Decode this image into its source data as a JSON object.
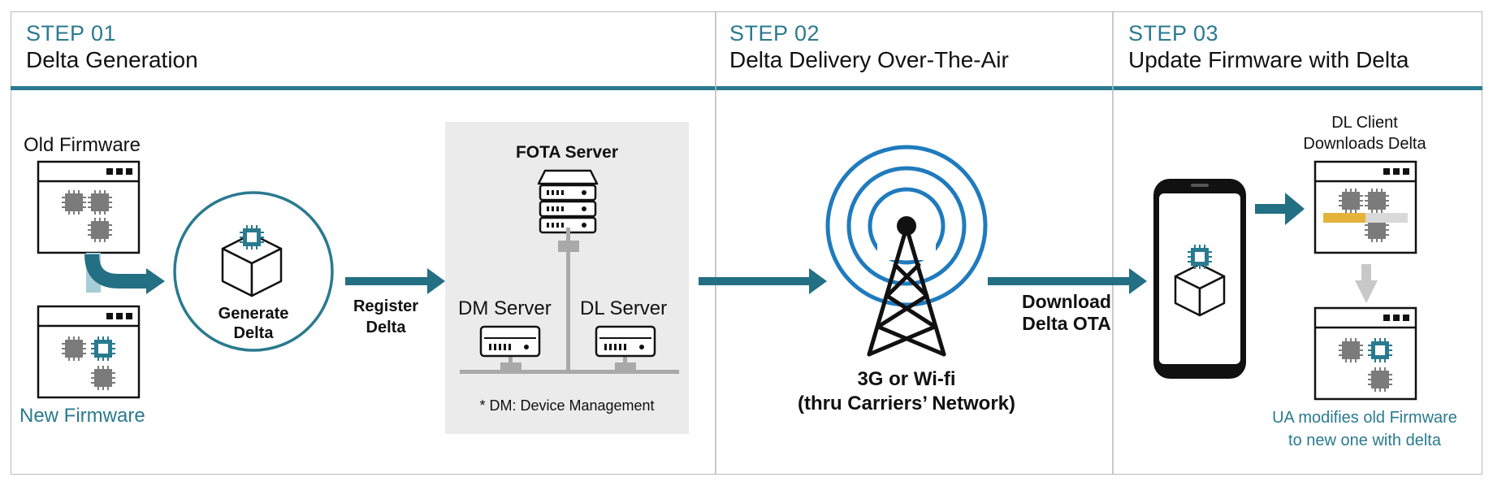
{
  "steps": [
    {
      "number": "STEP 01",
      "title": "Delta Generation"
    },
    {
      "number": "STEP 02",
      "title": "Delta Delivery Over-The-Air"
    },
    {
      "number": "STEP 03",
      "title": "Update Firmware with Delta"
    }
  ],
  "step1": {
    "old_firmware": "Old Firmware",
    "new_firmware": "New Firmware",
    "generate_line1": "Generate",
    "generate_line2": "Delta",
    "register_line1": "Register",
    "register_line2": "Delta"
  },
  "servers": {
    "fota": "FOTA Server",
    "dm": "DM Server",
    "dl": "DL Server",
    "footnote": "* DM: Device Management"
  },
  "step2": {
    "network_line1": "3G or Wi-fi",
    "network_line2": "(thru Carriers’ Network)",
    "download_line1": "Download",
    "download_line2": "Delta OTA"
  },
  "step3": {
    "client_line1": "DL Client",
    "client_line2": "Downloads Delta",
    "ua_line1": "UA modifies old Firmware",
    "ua_line2": "to new one with delta",
    "download_progress": 0.5
  },
  "colors": {
    "accent": "#2a7a8f",
    "arrow": "#236f83",
    "chip": "#7b7b7b",
    "progress": "#e6b33a",
    "panel": "#ebebeb"
  }
}
